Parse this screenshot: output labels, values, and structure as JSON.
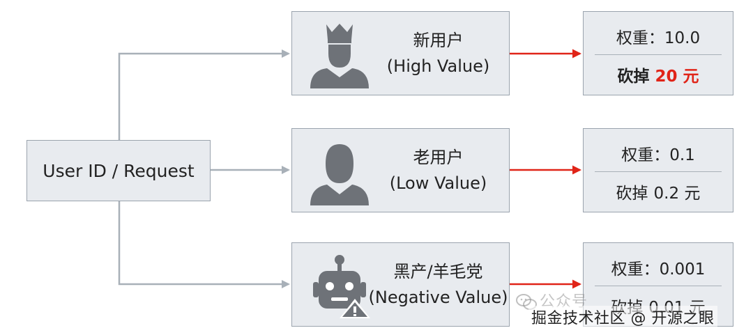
{
  "source": {
    "label": "User ID / Request"
  },
  "users": [
    {
      "name": "新用户",
      "value_label": "(High Value)",
      "icon": "crowned-user-icon"
    },
    {
      "name": "老用户",
      "value_label": "(Low Value)",
      "icon": "user-icon"
    },
    {
      "name": "黑产/羊毛党",
      "value_label": "(Negative Value)",
      "icon": "robot-warning-icon"
    }
  ],
  "results": [
    {
      "weight": "权重：10.0",
      "cut_prefix": "砍掉",
      "cut_amount": "20 元"
    },
    {
      "weight": "权重：0.1",
      "cut_prefix": "砍掉",
      "cut_amount": "0.2 元"
    },
    {
      "weight": "权重：0.001",
      "cut_prefix": "砍掉",
      "cut_amount": "0.01 元"
    }
  ],
  "watermark": {
    "line1": "公众号",
    "line2": "掘金技术社区 @ 开源之眼"
  },
  "colors": {
    "box_fill": "#e8ebef",
    "box_border": "#9aa3ad",
    "connector_gray": "#a8b0b8",
    "connector_red": "#e02418",
    "icon_fill": "#6e7278",
    "highlight_red": "#e02418"
  }
}
